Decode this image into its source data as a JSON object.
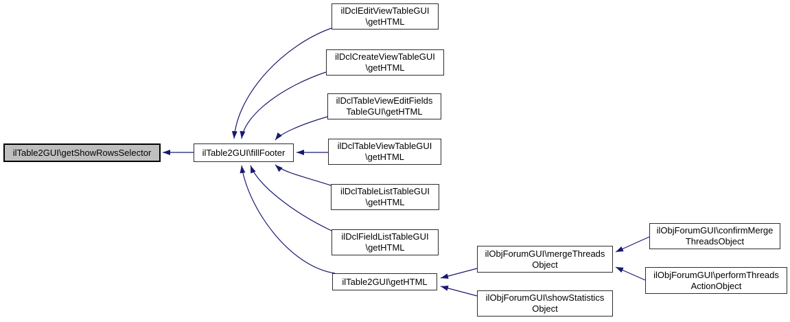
{
  "graph": {
    "type": "caller-graph",
    "colors": {
      "edge": "#191970",
      "node_fill": "#ffffff",
      "node_border": "#2b2b2b",
      "current_node_fill": "#bfbfbf",
      "current_node_border": "#000000"
    },
    "nodes": [
      {
        "id": "getShowRowsSelector",
        "label": "ilTable2GUI\\getShowRowsSelector",
        "current": true
      },
      {
        "id": "fillFooter",
        "label": "ilTable2GUI\\fillFooter",
        "current": false
      },
      {
        "id": "dclEditViewTableGUI-getHTML",
        "label": "ilDclEditViewTableGUI\n\\getHTML",
        "current": false
      },
      {
        "id": "dclCreateViewTableGUI-getHTML",
        "label": "ilDclCreateViewTableGUI\n\\getHTML",
        "current": false
      },
      {
        "id": "dclTableViewEditFieldsTableGUI-getHTML",
        "label": "ilDclTableViewEditFields\nTableGUI\\getHTML",
        "current": false
      },
      {
        "id": "dclTableViewTableGUI-getHTML",
        "label": "ilDclTableViewTableGUI\n\\getHTML",
        "current": false
      },
      {
        "id": "dclTableListTableGUI-getHTML",
        "label": "ilDclTableListTableGUI\n\\getHTML",
        "current": false
      },
      {
        "id": "dclFieldListTableGUI-getHTML",
        "label": "ilDclFieldListTableGUI\n\\getHTML",
        "current": false
      },
      {
        "id": "table2GUI-getHTML",
        "label": "ilTable2GUI\\getHTML",
        "current": false
      },
      {
        "id": "objForumGUI-mergeThreadsObject",
        "label": "ilObjForumGUI\\mergeThreads\nObject",
        "current": false
      },
      {
        "id": "objForumGUI-showStatisticsObject",
        "label": "ilObjForumGUI\\showStatistics\nObject",
        "current": false
      },
      {
        "id": "objForumGUI-confirmMergeThreadsObject",
        "label": "ilObjForumGUI\\confirmMerge\nThreadsObject",
        "current": false
      },
      {
        "id": "objForumGUI-performThreadsActionObject",
        "label": "ilObjForumGUI\\performThreads\nActionObject",
        "current": false
      }
    ],
    "edges": [
      {
        "from": "ilTable2GUI\\fillFooter",
        "to": "ilTable2GUI\\getShowRowsSelector"
      },
      {
        "from": "ilDclEditViewTableGUI\\getHTML",
        "to": "ilTable2GUI\\fillFooter"
      },
      {
        "from": "ilDclCreateViewTableGUI\\getHTML",
        "to": "ilTable2GUI\\fillFooter"
      },
      {
        "from": "ilDclTableViewEditFieldsTableGUI\\getHTML",
        "to": "ilTable2GUI\\fillFooter"
      },
      {
        "from": "ilDclTableViewTableGUI\\getHTML",
        "to": "ilTable2GUI\\fillFooter"
      },
      {
        "from": "ilDclTableListTableGUI\\getHTML",
        "to": "ilTable2GUI\\fillFooter"
      },
      {
        "from": "ilDclFieldListTableGUI\\getHTML",
        "to": "ilTable2GUI\\fillFooter"
      },
      {
        "from": "ilTable2GUI\\getHTML",
        "to": "ilTable2GUI\\fillFooter"
      },
      {
        "from": "ilObjForumGUI\\mergeThreadsObject",
        "to": "ilTable2GUI\\getHTML"
      },
      {
        "from": "ilObjForumGUI\\showStatisticsObject",
        "to": "ilTable2GUI\\getHTML"
      },
      {
        "from": "ilObjForumGUI\\confirmMergeThreadsObject",
        "to": "ilObjForumGUI\\mergeThreadsObject"
      },
      {
        "from": "ilObjForumGUI\\performThreadsActionObject",
        "to": "ilObjForumGUI\\mergeThreadsObject"
      }
    ]
  }
}
